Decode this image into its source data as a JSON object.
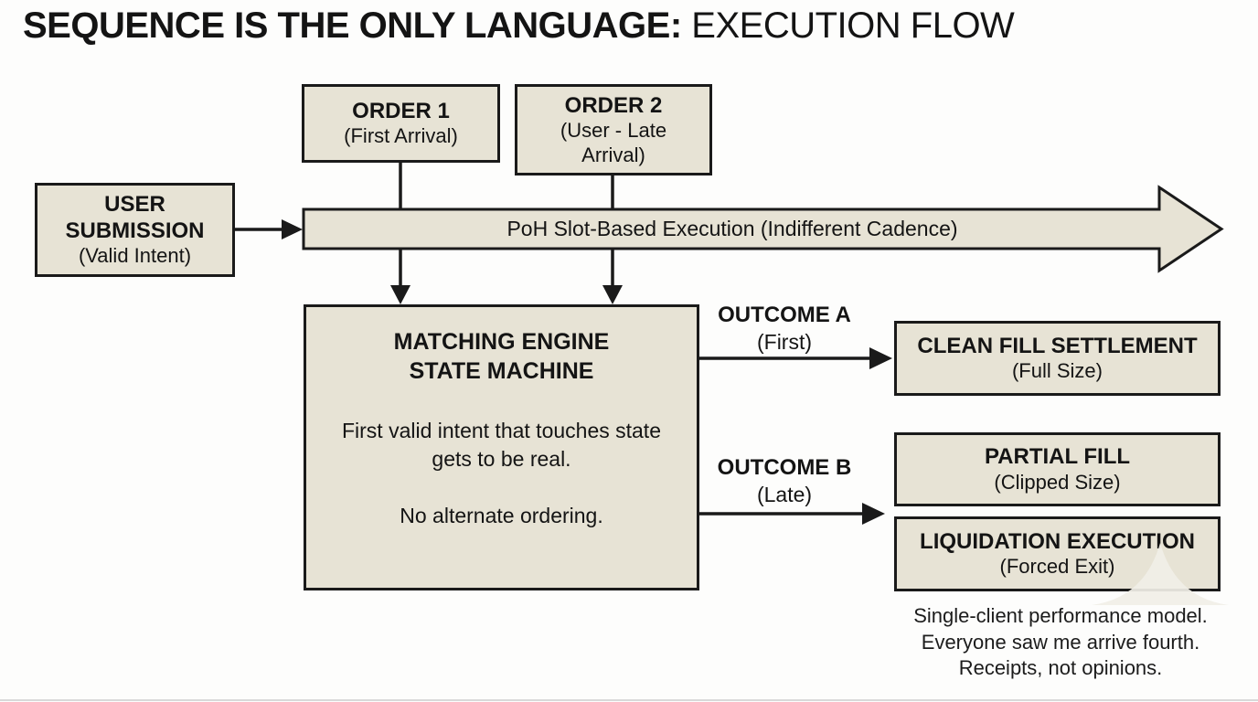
{
  "title": {
    "bold": "SEQUENCE IS THE ONLY LANGUAGE:",
    "regular": " EXECUTION FLOW"
  },
  "nodes": {
    "order1": {
      "title": "ORDER 1",
      "subtitle": "(First Arrival)"
    },
    "order2": {
      "title": "ORDER 2",
      "subtitle": "(User - Late Arrival)"
    },
    "user_submission": {
      "title": "USER SUBMISSION",
      "subtitle": "(Valid Intent)"
    },
    "poh_timeline": {
      "label": "PoH Slot-Based Execution (Indifferent Cadence)"
    },
    "matching_engine": {
      "title_line1": "MATCHING ENGINE",
      "title_line2": "STATE MACHINE",
      "body_paragraph1": "First valid intent that touches state gets to be real.",
      "body_paragraph2": "No alternate ordering."
    },
    "outcome_a": {
      "title": "OUTCOME A",
      "subtitle": "(First)"
    },
    "outcome_b": {
      "title": "OUTCOME B",
      "subtitle": "(Late)"
    },
    "clean_fill": {
      "title": "CLEAN FILL SETTLEMENT",
      "subtitle": "(Full Size)"
    },
    "partial_fill": {
      "title": "PARTIAL FILL",
      "subtitle": "(Clipped Size)"
    },
    "liquidation": {
      "title": "LIQUIDATION EXECUTION",
      "subtitle": "(Forced Exit)"
    }
  },
  "caption": {
    "lines": [
      "Single-client performance model.",
      "Everyone saw me arrive fourth.",
      "Receipts, not opinions."
    ]
  },
  "colors": {
    "box_fill": "#e7e3d5",
    "box_border": "#1a1a1a",
    "text": "#141414",
    "background": "#fdfdfc"
  }
}
